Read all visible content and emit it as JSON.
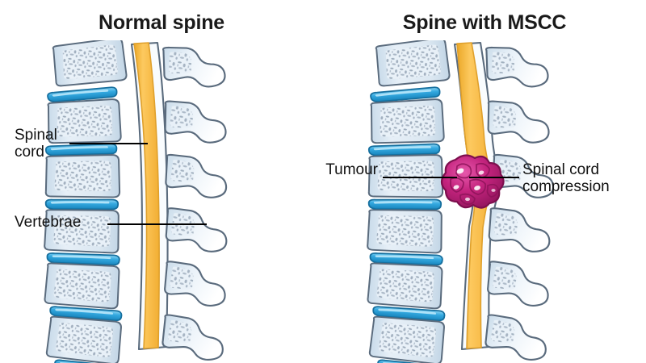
{
  "figure": {
    "kind": "medical-illustration",
    "subject": "Lateral view of the spine comparing a normal spine with a spine affected by metastatic spinal cord compression"
  },
  "colors": {
    "background": "#ffffff",
    "vertebra_fill": "#d6e3ee",
    "vertebra_fill_light": "#eef4fa",
    "vertebra_outline": "#5a6b7d",
    "trabecula": "#8796a8",
    "disc_blue": "#2ba3dd",
    "disc_blue_light": "#7fd0f2",
    "disc_outline": "#1f7fb0",
    "spinal_cord_yellow": "#f9bf4f",
    "spinal_cord_outline": "#e0a12f",
    "canal_white": "#f8fbfd",
    "process_fill": "#e2ecf5",
    "tumour_magenta": "#c4247e",
    "tumour_dark": "#8d1359",
    "tumour_light": "#e45fae",
    "label_text": "#111111",
    "leader_line": "#000000",
    "title_text": "#1a1a1a"
  },
  "panels": [
    {
      "id": "normal",
      "title": "Normal spine",
      "labels": [
        {
          "name": "spinal-cord",
          "text": "Spinal\ncord",
          "align": "left",
          "leader": true
        },
        {
          "name": "vertebrae",
          "text": "Vertebrae",
          "align": "left",
          "leader": true
        }
      ]
    },
    {
      "id": "mscc",
      "title": "Spine with MSCC",
      "labels": [
        {
          "name": "tumour",
          "text": "Tumour",
          "align": "right",
          "leader": true
        },
        {
          "name": "spinal-cord-compression",
          "text": "Spinal cord\ncompression",
          "align": "left",
          "leader": true
        }
      ]
    }
  ],
  "anatomy": {
    "vertebra_count": 6,
    "disc_count": 6,
    "spinous_process_count": 6,
    "tumour_present_in": "mscc",
    "tumour_location": "third vertebral body, posterior aspect, indenting the spinal canal"
  }
}
